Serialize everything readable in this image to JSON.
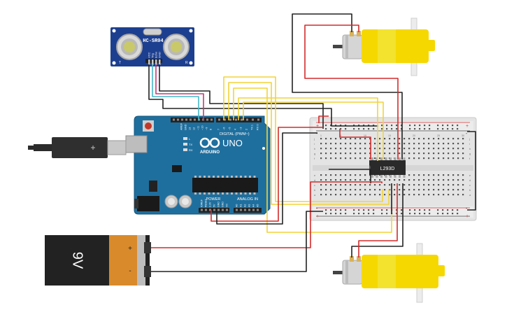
{
  "sensor": {
    "model": "HC-SR04",
    "left_mark": "T",
    "right_mark": "R",
    "pin_labels": [
      "VCC",
      "Trig",
      "Echo",
      "GND"
    ]
  },
  "arduino": {
    "brand": "ARDUINO",
    "model": "UNO",
    "digital_label": "DIGITAL (PWM~)",
    "power_label": "POWER",
    "analog_label": "ANALOG IN",
    "top_pins": [
      "AREF",
      "GND",
      "13",
      "12",
      "~11",
      "~10",
      "~9",
      "8",
      "7",
      "~6",
      "~5",
      "4",
      "~3",
      "2",
      "TX 1",
      "RX 0"
    ],
    "power_pins": [
      "IOREF",
      "RESET",
      "3.3V",
      "5V",
      "GND",
      "GND",
      "Vin"
    ],
    "analog_pins": [
      "A0",
      "A1",
      "A2",
      "A3",
      "A4",
      "A5"
    ],
    "led_labels": [
      "L",
      "TX",
      "RX"
    ]
  },
  "ic": {
    "label": "L293D"
  },
  "breadboard": {
    "plus": "+",
    "minus": "-",
    "cols_top": [
      "1",
      "5",
      "10",
      "15",
      "20",
      "25",
      "30"
    ],
    "rows_left": [
      "j",
      "i",
      "h",
      "g",
      "f",
      "e",
      "d",
      "c",
      "b",
      "a"
    ]
  },
  "battery": {
    "label": "9V",
    "plus": "+",
    "minus": "-"
  },
  "colors": {
    "board": "#1f6f9e",
    "pcb_text": "#ffffff",
    "sensor": "#1d3f8f",
    "motor": "#f5d800",
    "wire_yellow": "#f2d43a",
    "wire_red": "#d42b2b",
    "wire_black": "#222222",
    "wire_pink": "#c23a7c",
    "wire_cyan": "#46b8c8"
  }
}
